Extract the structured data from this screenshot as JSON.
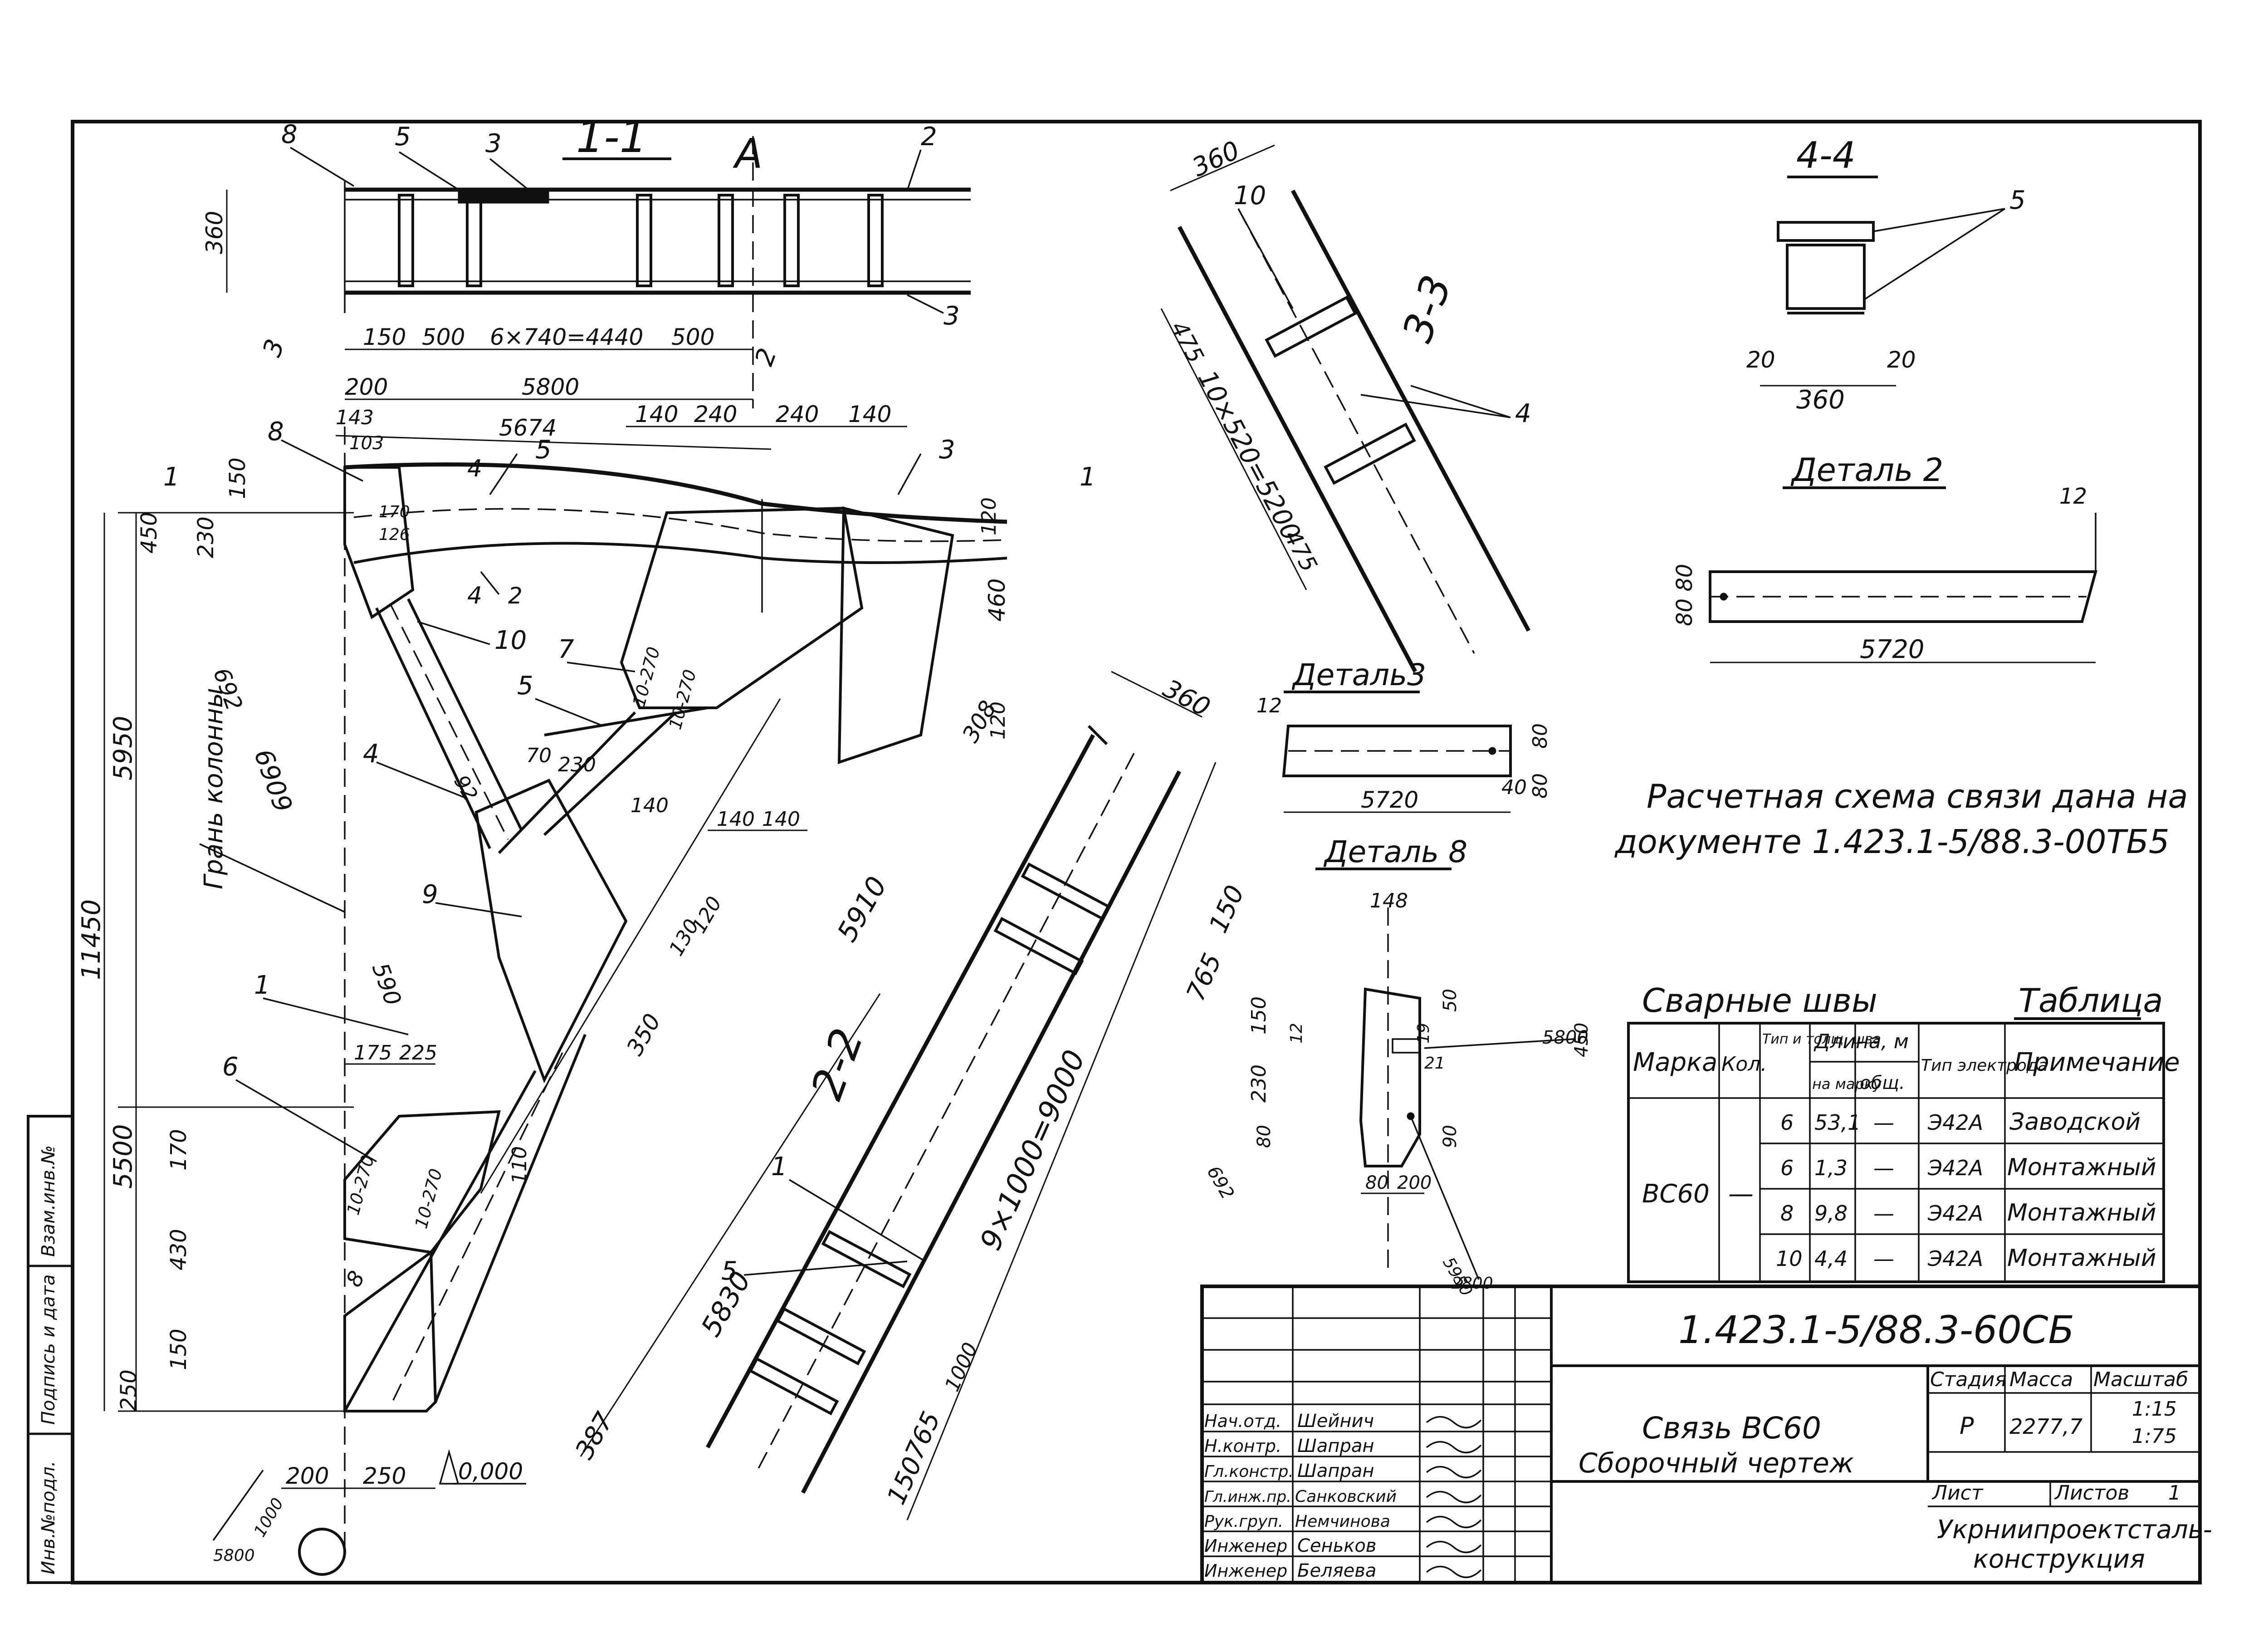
{
  "sections": {
    "s11_title": "1-1",
    "s11_dims": [
      "150",
      "500",
      "6×740=4440",
      "500"
    ],
    "s11_total": "5800",
    "s11_left": "200",
    "s11_height": "360",
    "s33_title": "3-3",
    "s33_dims": [
      "360",
      "475",
      "10×520=5200",
      "475"
    ],
    "s44_title": "4-4",
    "s44_dims": [
      "20",
      "20",
      "360"
    ],
    "s22_title": "2-2",
    "s22_dims": [
      "360",
      "9×1000=9000",
      "765",
      "150",
      "1000",
      "765",
      "150"
    ]
  },
  "callouts": [
    "1",
    "2",
    "3",
    "4",
    "5",
    "6",
    "7",
    "8",
    "9",
    "10"
  ],
  "details": {
    "d2_title": "Деталь 2",
    "d2_len": "5720",
    "d2_h": "80 80",
    "d2_edge": "12",
    "d3_title": "Деталь3",
    "d3_len": "5720",
    "d3_dims": [
      "12",
      "80",
      "80",
      "40"
    ],
    "d8_title": "Деталь 8",
    "d8_dims": [
      "148",
      "150",
      "12",
      "230",
      "50",
      "19",
      "21",
      "5800",
      "450",
      "80",
      "90",
      "692",
      "80",
      "200",
      "5950",
      "2800"
    ]
  },
  "main_dims": {
    "left_vertical": [
      "450",
      "230",
      "150",
      "5950",
      "11450",
      "5500",
      "170",
      "430",
      "150",
      "250"
    ],
    "top": [
      "143",
      "103",
      "5674",
      "140",
      "240",
      "240",
      "140",
      "120",
      "460",
      "120",
      "308"
    ],
    "plates": [
      "170",
      "126",
      "10-270",
      "10-270",
      "10-270",
      "10-270",
      "70",
      "230",
      "92",
      "140",
      "140",
      "140"
    ],
    "diagonal": [
      "692",
      "6909",
      "590",
      "5910",
      "5830",
      "387",
      "350",
      "130",
      "120",
      "110",
      "175",
      "225"
    ],
    "bottom": [
      "200",
      "250",
      "0,000",
      "1000",
      "5800"
    ],
    "face_label": "Грань колонны",
    "section_marks": [
      "1",
      "1",
      "2",
      "3",
      "4",
      "4"
    ]
  },
  "note": "Расчетная схема связи дана на документе 1.423.1-5/88.3-00ТБ5",
  "weld_table": {
    "caption_left": "Сварные швы",
    "caption_right": "Таблица",
    "headers": [
      "Марка",
      "Кол.",
      "Тип и толщ. шва",
      "Длина, м",
      "на марку",
      "общ.",
      "Тип электрода",
      "Примечание"
    ],
    "mark": "ВС60",
    "qty": "—",
    "rows": [
      {
        "weld": "6",
        "len": "53,1",
        "total": "—",
        "electrode": "Э42А",
        "note": "Заводской"
      },
      {
        "weld": "6",
        "len": "1,3",
        "total": "—",
        "electrode": "Э42А",
        "note": "Монтажный"
      },
      {
        "weld": "8",
        "len": "9,8",
        "total": "—",
        "electrode": "Э42А",
        "note": "Монтажный"
      },
      {
        "weld": "10",
        "len": "4,4",
        "total": "—",
        "electrode": "Э42А",
        "note": "Монтажный"
      }
    ]
  },
  "title_block": {
    "code": "1.423.1-5/88.3-60СБ",
    "name1": "Связь ВС60",
    "name2": "Сборочный чертеж",
    "stage_label": "Стадия",
    "mass_label": "Масса",
    "scale_label": "Масштаб",
    "stage": "Р",
    "mass": "2277,7",
    "scale1": "1:15",
    "scale2": "1:75",
    "sheet_label": "Лист",
    "sheets_label": "Листов",
    "sheets": "1",
    "org1": "Укрниипроектсталь-",
    "org2": "конструкция",
    "staff": [
      {
        "role": "Нач.отд.",
        "name": "Шейнич"
      },
      {
        "role": "Н.контр.",
        "name": "Шапран"
      },
      {
        "role": "Гл.констр.",
        "name": "Шапран"
      },
      {
        "role": "Гл.инж.пр.",
        "name": "Санковский"
      },
      {
        "role": "Рук.груп.",
        "name": "Немчинова"
      },
      {
        "role": "Инженер",
        "name": "Сеньков"
      },
      {
        "role": "Инженер",
        "name": "Беляева"
      }
    ]
  },
  "side_stamp": [
    "Инв.№подл.",
    "Подпись и дата",
    "Взам.инв.№"
  ]
}
